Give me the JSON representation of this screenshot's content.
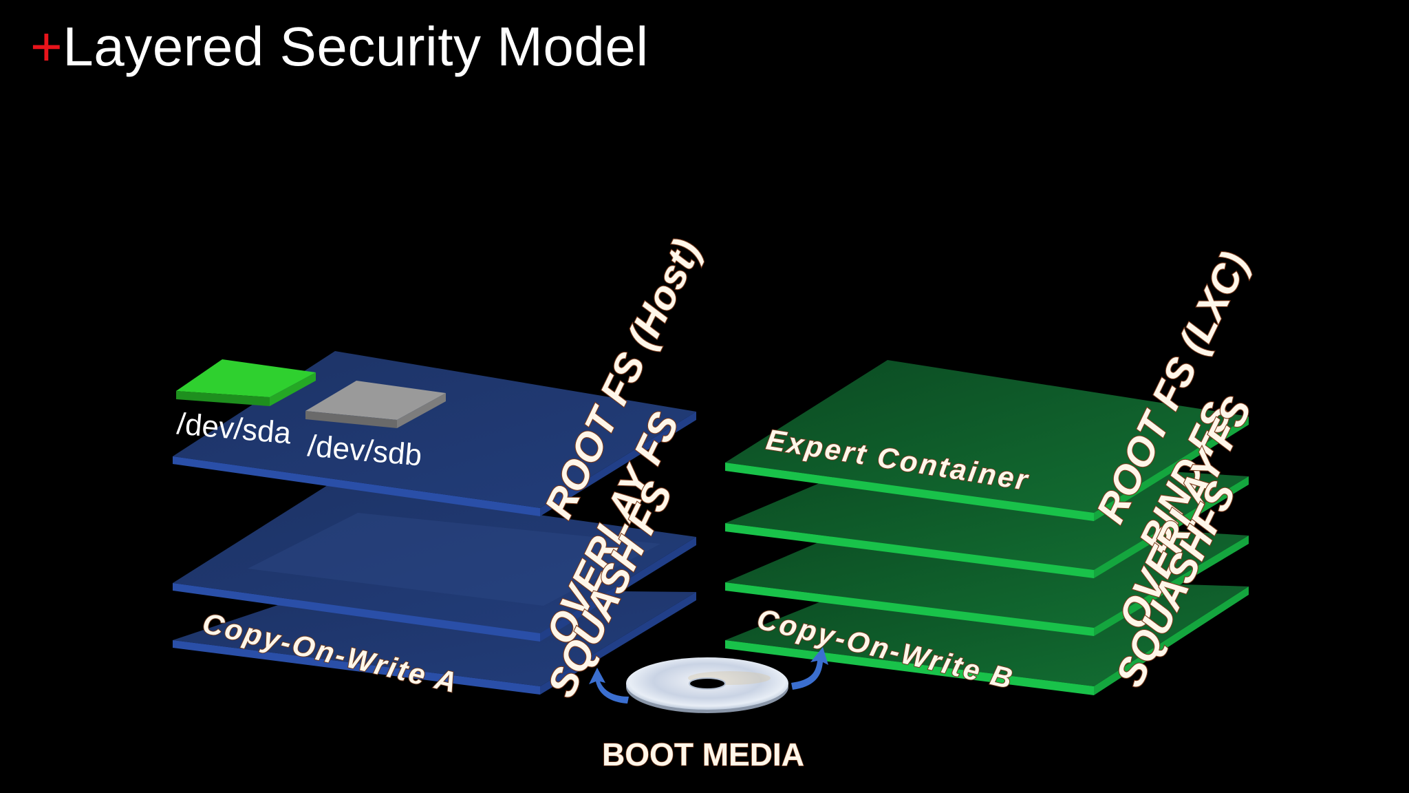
{
  "slide": {
    "title_prefix": "+",
    "title": "Layered Security Model"
  },
  "host_stack": {
    "color": "#1c3468",
    "edge_color": "#2f58b8",
    "layers": [
      {
        "label": "ROOT FS (Host)"
      },
      {
        "label": "OVERLAY FS"
      },
      {
        "label": "SQUASH FS",
        "surface_text": "Copy-On-Write A"
      }
    ],
    "devices": [
      {
        "label": "/dev/sda",
        "color": "#2fd02f"
      },
      {
        "label": "/dev/sdb",
        "color": "#9a9a9a"
      }
    ]
  },
  "container_stack": {
    "color": "#0f5a2a",
    "edge_color": "#19c24a",
    "layers": [
      {
        "label": "ROOT FS (LXC)",
        "surface_text": "Expert Container"
      },
      {
        "label": "BIND FS"
      },
      {
        "label": "OVERLAY FS"
      },
      {
        "label": "SQUASHFS",
        "surface_text": "Copy-On-Write B"
      }
    ]
  },
  "boot_media": {
    "label": "BOOT MEDIA",
    "icon": "disc-icon",
    "arrow_color": "#3b6fd0"
  }
}
